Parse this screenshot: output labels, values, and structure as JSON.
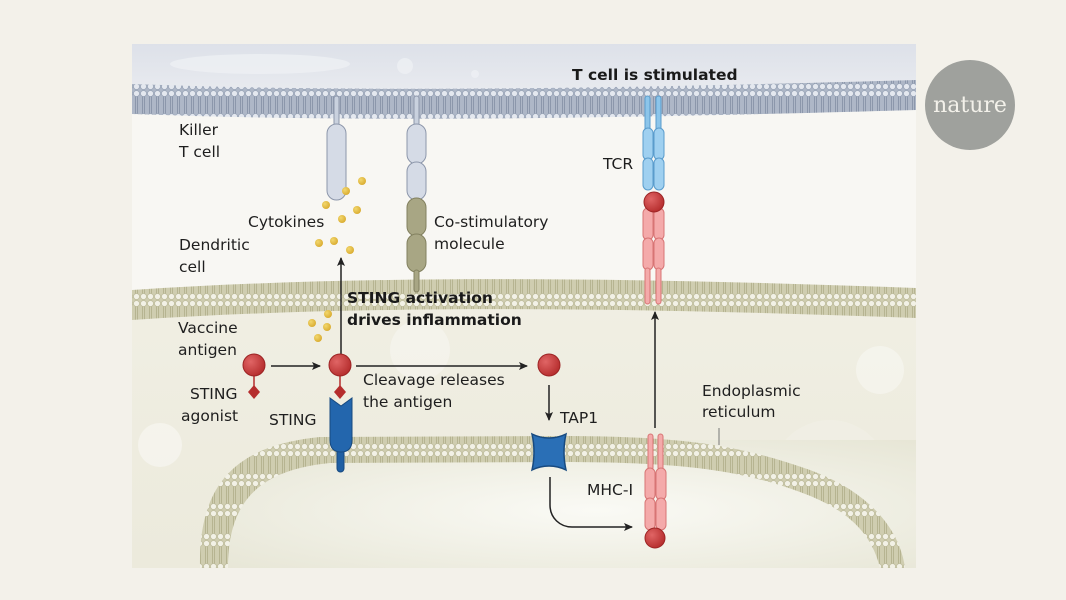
{
  "figure": {
    "title": "T cell is stimulated",
    "logo": "nature",
    "colors": {
      "background": "#f3f1ea",
      "tcell_membrane": "#b9c2d0",
      "dc_membrane": "#cdcbab",
      "antigen": "#c93a3a",
      "sting": "#1f5fa3",
      "tcr": "#8cc5ea",
      "mhc": "#f0a3a3",
      "costim": "#a4a283",
      "cytokine": "#e6c04a",
      "logo_circle": "#9fa19d"
    }
  },
  "labels": {
    "killer_t_cell": [
      "Killer",
      "T cell"
    ],
    "dendritic_cell": [
      "Dendritic",
      "cell"
    ],
    "cytokines": "Cytokines",
    "costim": [
      "Co-stimulatory",
      "molecule"
    ],
    "tcr": "TCR",
    "sting_activation": [
      "STING activation",
      "drives inflammation"
    ],
    "vaccine_antigen": [
      "Vaccine",
      "antigen"
    ],
    "sting_agonist": [
      "STING",
      "agonist"
    ],
    "sting": "STING",
    "cleavage": [
      "Cleavage releases",
      "the antigen"
    ],
    "tap1": "TAP1",
    "mhc1": "MHC-I",
    "er": [
      "Endoplasmic",
      "reticulum"
    ]
  }
}
